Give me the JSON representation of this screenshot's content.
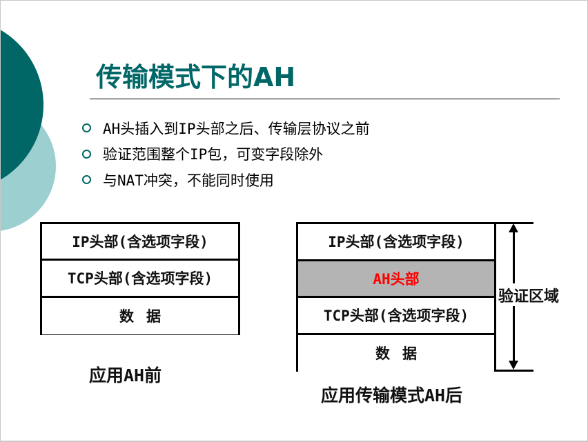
{
  "slide": {
    "title": "传输模式下的AH",
    "accent_color": "#006666",
    "accent_light_color": "#9ccfcf",
    "bullets": [
      {
        "icon": "hollow-circle-bullet-icon",
        "text": "AH头插入到IP头部之后、传输层协议之前"
      },
      {
        "icon": "hollow-circle-bullet-icon",
        "text": "验证范围整个IP包，可变字段除外"
      },
      {
        "icon": "hollow-circle-bullet-icon",
        "text": "与NAT冲突，不能同时使用"
      }
    ]
  },
  "diagram": {
    "before": {
      "caption": "应用AH前",
      "rows": [
        {
          "label": "IP头部(含选项字段)"
        },
        {
          "label": "TCP头部(含选项字段)"
        },
        {
          "label": "数据"
        }
      ]
    },
    "after": {
      "caption": "应用传输模式AH后",
      "rows": [
        {
          "label": "IP头部(含选项字段)"
        },
        {
          "label": "AH头部",
          "highlight_fill": "#b4b4b4",
          "highlight_text": "#ff0000"
        },
        {
          "label": "TCP头部(含选项字段)"
        },
        {
          "label": "数据"
        }
      ],
      "span_label": "验证区域"
    }
  }
}
